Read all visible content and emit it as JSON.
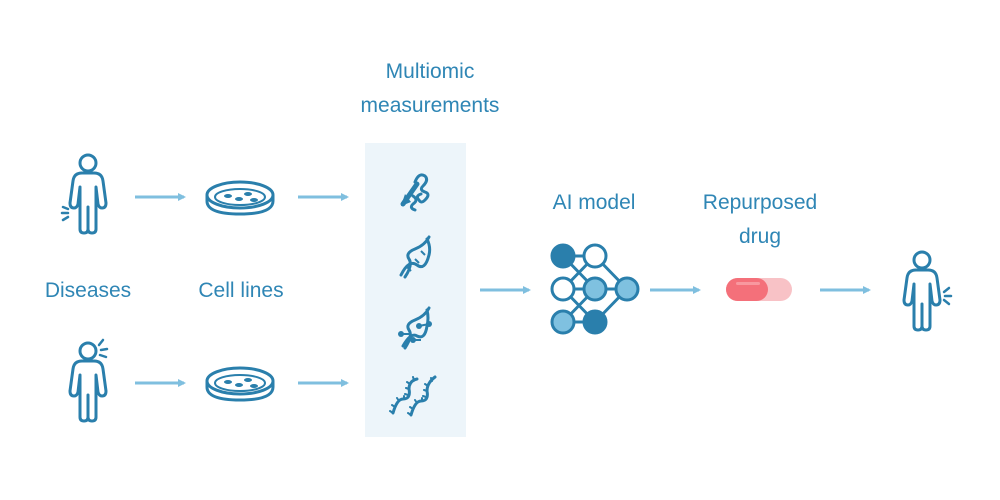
{
  "colors": {
    "primary": "#2a7fac",
    "label": "#2f86b5",
    "arrow": "#7fbfdf",
    "panel_bg": "#edf5fa",
    "node_dark": "#2a7fac",
    "node_light": "#7fc1e0",
    "pill_dark": "#f4707a",
    "pill_light": "#f8c2c6"
  },
  "labels": {
    "diseases": "Diseases",
    "cell_lines": "Cell lines",
    "multiomic": "Multiomic measurements",
    "multiomic_line1": "Multiomic",
    "multiomic_line2": "measurements",
    "ai_model": "AI model",
    "repurposed_line1": "Repurposed",
    "repurposed_line2": "drug"
  },
  "icons": {
    "patients": [
      "patient-knee-pain-icon",
      "patient-head-pain-icon"
    ],
    "cell_cultures": [
      "petri-dish-icon",
      "petri-dish-icon"
    ],
    "omics": [
      "protein-icon",
      "dna-icon",
      "methylated-dna-icon",
      "rna-icon"
    ],
    "model": "neural-network-icon",
    "drug": "pill-capsule-icon",
    "outcome": "patient-hand-pain-icon"
  }
}
